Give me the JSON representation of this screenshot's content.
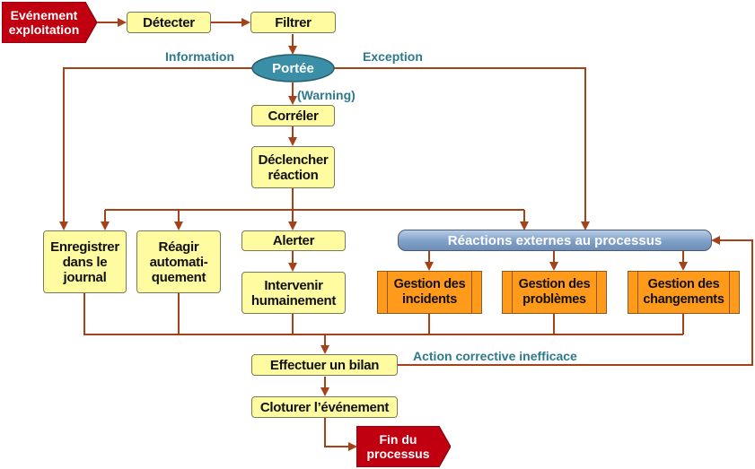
{
  "diagram": {
    "colors": {
      "connector": "#a5421a",
      "step_fill": "#fffba0",
      "external_process_fill": "#ff9a1a",
      "terminal_fill": "#c00010",
      "decision_fill": "#3a8ea5",
      "label_text": "#2e7a8c"
    },
    "start": {
      "label": "Evénement\nexploitation"
    },
    "end": {
      "label": "Fin du\nprocessus"
    },
    "steps": {
      "detecter": "Détecter",
      "filtrer": "Filtrer",
      "correler": "Corréler",
      "declencher": "Déclencher\nréaction",
      "enregistrer": "Enregistrer\ndans le\njournal",
      "reagir": "Réagir\nautomati-\nquement",
      "alerter": "Alerter",
      "intervenir": "Intervenir\nhumainement",
      "bilan": "Effectuer un bilan",
      "cloturer": "Cloturer l’événement"
    },
    "decision": {
      "label": "Portée"
    },
    "external": {
      "header": "Réactions externes au processus",
      "processes": [
        "Gestion des\nincidents",
        "Gestion des\nproblèmes",
        "Gestion des\nchangements"
      ]
    },
    "edge_labels": {
      "information": "Information",
      "exception": "Exception",
      "warning": "(Warning)",
      "action_corrective": "Action corrective inefficace"
    }
  }
}
